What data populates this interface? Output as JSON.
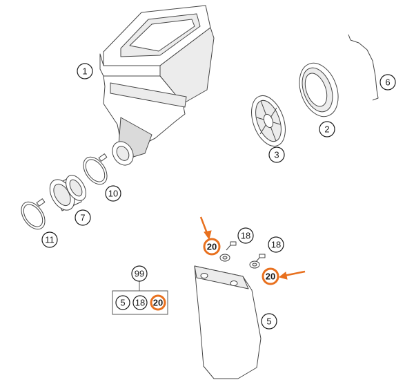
{
  "colors": {
    "highlight": "#e8701e",
    "line": "#444444",
    "callout_stroke": "#1a1a1a"
  },
  "callouts": [
    {
      "id": "airbox",
      "label": "1"
    },
    {
      "id": "seal",
      "label": "2"
    },
    {
      "id": "filter-cage",
      "label": "3"
    },
    {
      "id": "wire",
      "label": "6"
    },
    {
      "id": "clamp-upper",
      "label": "10"
    },
    {
      "id": "intake-boot",
      "label": "7"
    },
    {
      "id": "clamp-lower",
      "label": "11"
    },
    {
      "id": "screw-left",
      "label": "18"
    },
    {
      "id": "screw-right",
      "label": "18"
    },
    {
      "id": "washer-left",
      "label": "20",
      "highlight": true
    },
    {
      "id": "washer-right",
      "label": "20",
      "highlight": true
    },
    {
      "id": "mudflap",
      "label": "5"
    }
  ],
  "kit": {
    "title": "99",
    "items": [
      {
        "label": "5"
      },
      {
        "label": "18"
      },
      {
        "label": "20",
        "highlight": true
      }
    ]
  }
}
